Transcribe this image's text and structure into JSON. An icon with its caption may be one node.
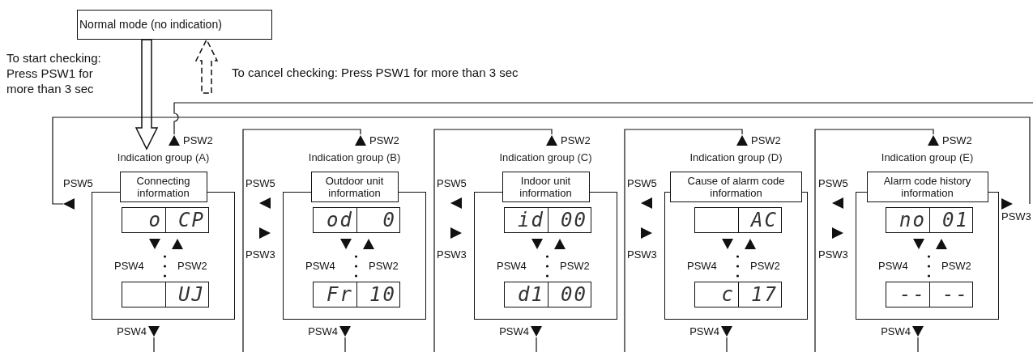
{
  "diagram": {
    "nodes": [
      {
        "text": [
          "Normal mode (no indication)"
        ]
      },
      {
        "text": [
          "Connecting information"
        ],
        "beside": [
          "Indication group (A)"
        ]
      },
      {
        "text": [
          "o"
        ],
        "in": 1
      },
      {
        "text": [
          "CP"
        ],
        "in": 1
      },
      {
        "text": [],
        "shape": "box",
        "in": 1
      },
      {
        "text": [
          "UJ"
        ],
        "in": 1
      },
      {
        "text": [
          "Outdoor unit information"
        ],
        "beside": [
          "Indication group (B)"
        ]
      },
      {
        "text": [
          "od"
        ],
        "in": 6
      },
      {
        "text": [
          "0"
        ],
        "in": 6
      },
      {
        "text": [
          "Fr"
        ],
        "in": 6
      },
      {
        "text": [
          "10"
        ],
        "in": 6
      },
      {
        "text": [
          "Indoor unit information"
        ],
        "beside": [
          "Indication group (C)"
        ]
      },
      {
        "text": [
          "id"
        ],
        "in": 11
      },
      {
        "text": [
          "00"
        ],
        "in": 11
      },
      {
        "text": [
          "d1"
        ],
        "in": 11
      },
      {
        "text": [
          "00"
        ],
        "in": 11
      },
      {
        "text": [
          "Cause of alarm code information"
        ],
        "beside": [
          "Indication group (D)"
        ]
      },
      {
        "text": [],
        "shape": "box",
        "in": 16
      },
      {
        "text": [
          "AC"
        ],
        "in": 16
      },
      {
        "text": [
          "c"
        ],
        "in": 16
      },
      {
        "text": [
          "17"
        ],
        "in": 16
      },
      {
        "text": [
          "Alarm code history information"
        ],
        "beside": [
          "Indication group (E)"
        ]
      },
      {
        "text": [
          "no"
        ],
        "in": 21
      },
      {
        "text": [
          "01"
        ],
        "in": 21
      },
      {
        "text": [
          "--"
        ],
        "in": 21
      },
      {
        "text": [
          "--"
        ],
        "in": 21
      },
      {
        "text": [
          "PSW2"
        ]
      },
      {
        "text": [
          "PSW2"
        ]
      },
      {
        "text": [
          "PSW2"
        ]
      },
      {
        "text": [
          "PSW2"
        ]
      },
      {
        "text": [
          "PSW2"
        ]
      },
      {
        "text": [
          "PSW4"
        ]
      },
      {
        "text": [
          "PSW4"
        ]
      },
      {
        "text": [
          "PSW4"
        ]
      },
      {
        "text": [
          "PSW4"
        ]
      },
      {
        "text": [
          "PSW4"
        ]
      },
      {
        "text": [
          "PSW5"
        ]
      },
      {
        "text": [
          "PSW3"
        ]
      }
    ],
    "edges": [
      {
        "from": 0,
        "to": 1,
        "arrow": "to",
        "style": "thick",
        "label": "To start checking: Press PSW1 for more than 3 sec"
      },
      {
        "from": null,
        "to": 0,
        "arrow": "to",
        "style": "dashed",
        "label": "To cancel checking: Press PSW1 for more than 3 sec"
      },
      {
        "from": 36,
        "to": 37,
        "arrow": "none"
      },
      {
        "from": 26,
        "to": null,
        "arrow": "none"
      },
      {
        "from": 27,
        "to": null,
        "arrow": "none"
      },
      {
        "from": 28,
        "to": null,
        "arrow": "none"
      },
      {
        "from": 29,
        "to": null,
        "arrow": "none"
      },
      {
        "from": 30,
        "to": null,
        "arrow": "none"
      },
      {
        "from": 31,
        "to": null,
        "arrow": "none"
      },
      {
        "from": 32,
        "to": null,
        "arrow": "none"
      },
      {
        "from": 33,
        "to": null,
        "arrow": "none"
      },
      {
        "from": 34,
        "to": null,
        "arrow": "none"
      },
      {
        "from": 35,
        "to": null,
        "arrow": "none"
      }
    ],
    "labels": [
      "PSW4",
      "PSW2",
      "PSW5",
      "PSW3",
      "PSW4",
      "PSW2",
      "PSW5",
      "PSW3",
      "PSW4",
      "PSW2",
      "PSW5",
      "PSW3",
      "PSW4",
      "PSW2",
      "PSW5",
      "PSW3",
      "PSW4",
      "PSW2"
    ]
  }
}
